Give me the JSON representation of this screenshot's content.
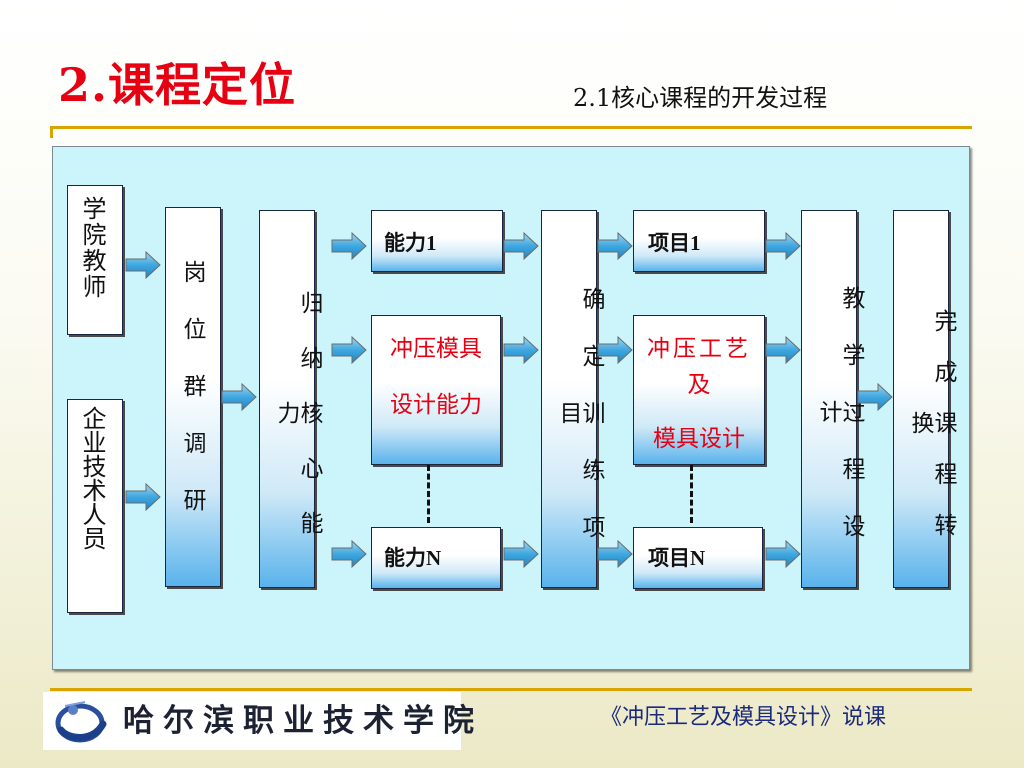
{
  "title": "2.课程定位",
  "subtitle": "2.1核心课程的开发过程",
  "diagram": {
    "sources": {
      "teachers": "学院教师",
      "industry": "企业技术人员"
    },
    "survey": "岗位群调研",
    "summarize": "归纳核心能力",
    "abilities": {
      "first": "能力1",
      "middle_line1": "冲压模具",
      "middle_line2": "设计能力",
      "last": "能力N"
    },
    "define_projects": "确定训练项目",
    "projects": {
      "first": "项目1",
      "middle_line1": "冲压工艺",
      "middle_line2": "及",
      "middle_line3": "模具设计",
      "last": "项目N"
    },
    "teaching_design": "教学过程设计",
    "complete": "完成课程转换"
  },
  "footer": {
    "school_name": "哈尔滨职业技术学院",
    "course": "《冲压工艺及模具设计》说课"
  },
  "colors": {
    "title_red": "#e60012",
    "rule_gold": "#d9a300",
    "panel_bg": "#ccf4fb",
    "arrow_blue": "#3fa7df"
  }
}
